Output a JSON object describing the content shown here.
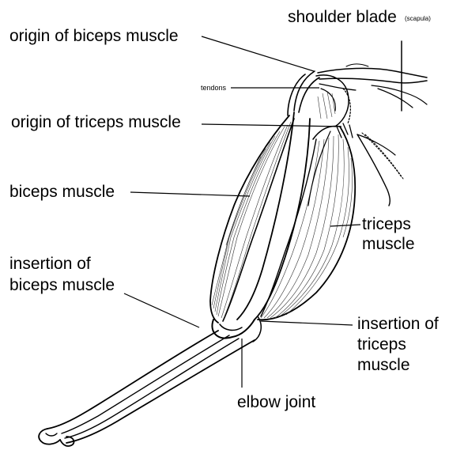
{
  "labels": {
    "shoulder_blade": "shoulder blade",
    "scapula": "(scapula)",
    "origin_biceps": "origin of biceps muscle",
    "tendons": "tendons",
    "origin_triceps": "origin of triceps muscle",
    "biceps_muscle": "biceps muscle",
    "triceps_line1": "triceps",
    "triceps_line2": "muscle",
    "insertion_biceps_line1": "insertion of",
    "insertion_biceps_line2": "biceps muscle",
    "insertion_triceps_line1": "insertion of",
    "insertion_triceps_line2": "triceps",
    "insertion_triceps_line3": "muscle",
    "elbow_joint": "elbow joint"
  },
  "colors": {
    "ink": "#000000",
    "background": "#ffffff"
  }
}
